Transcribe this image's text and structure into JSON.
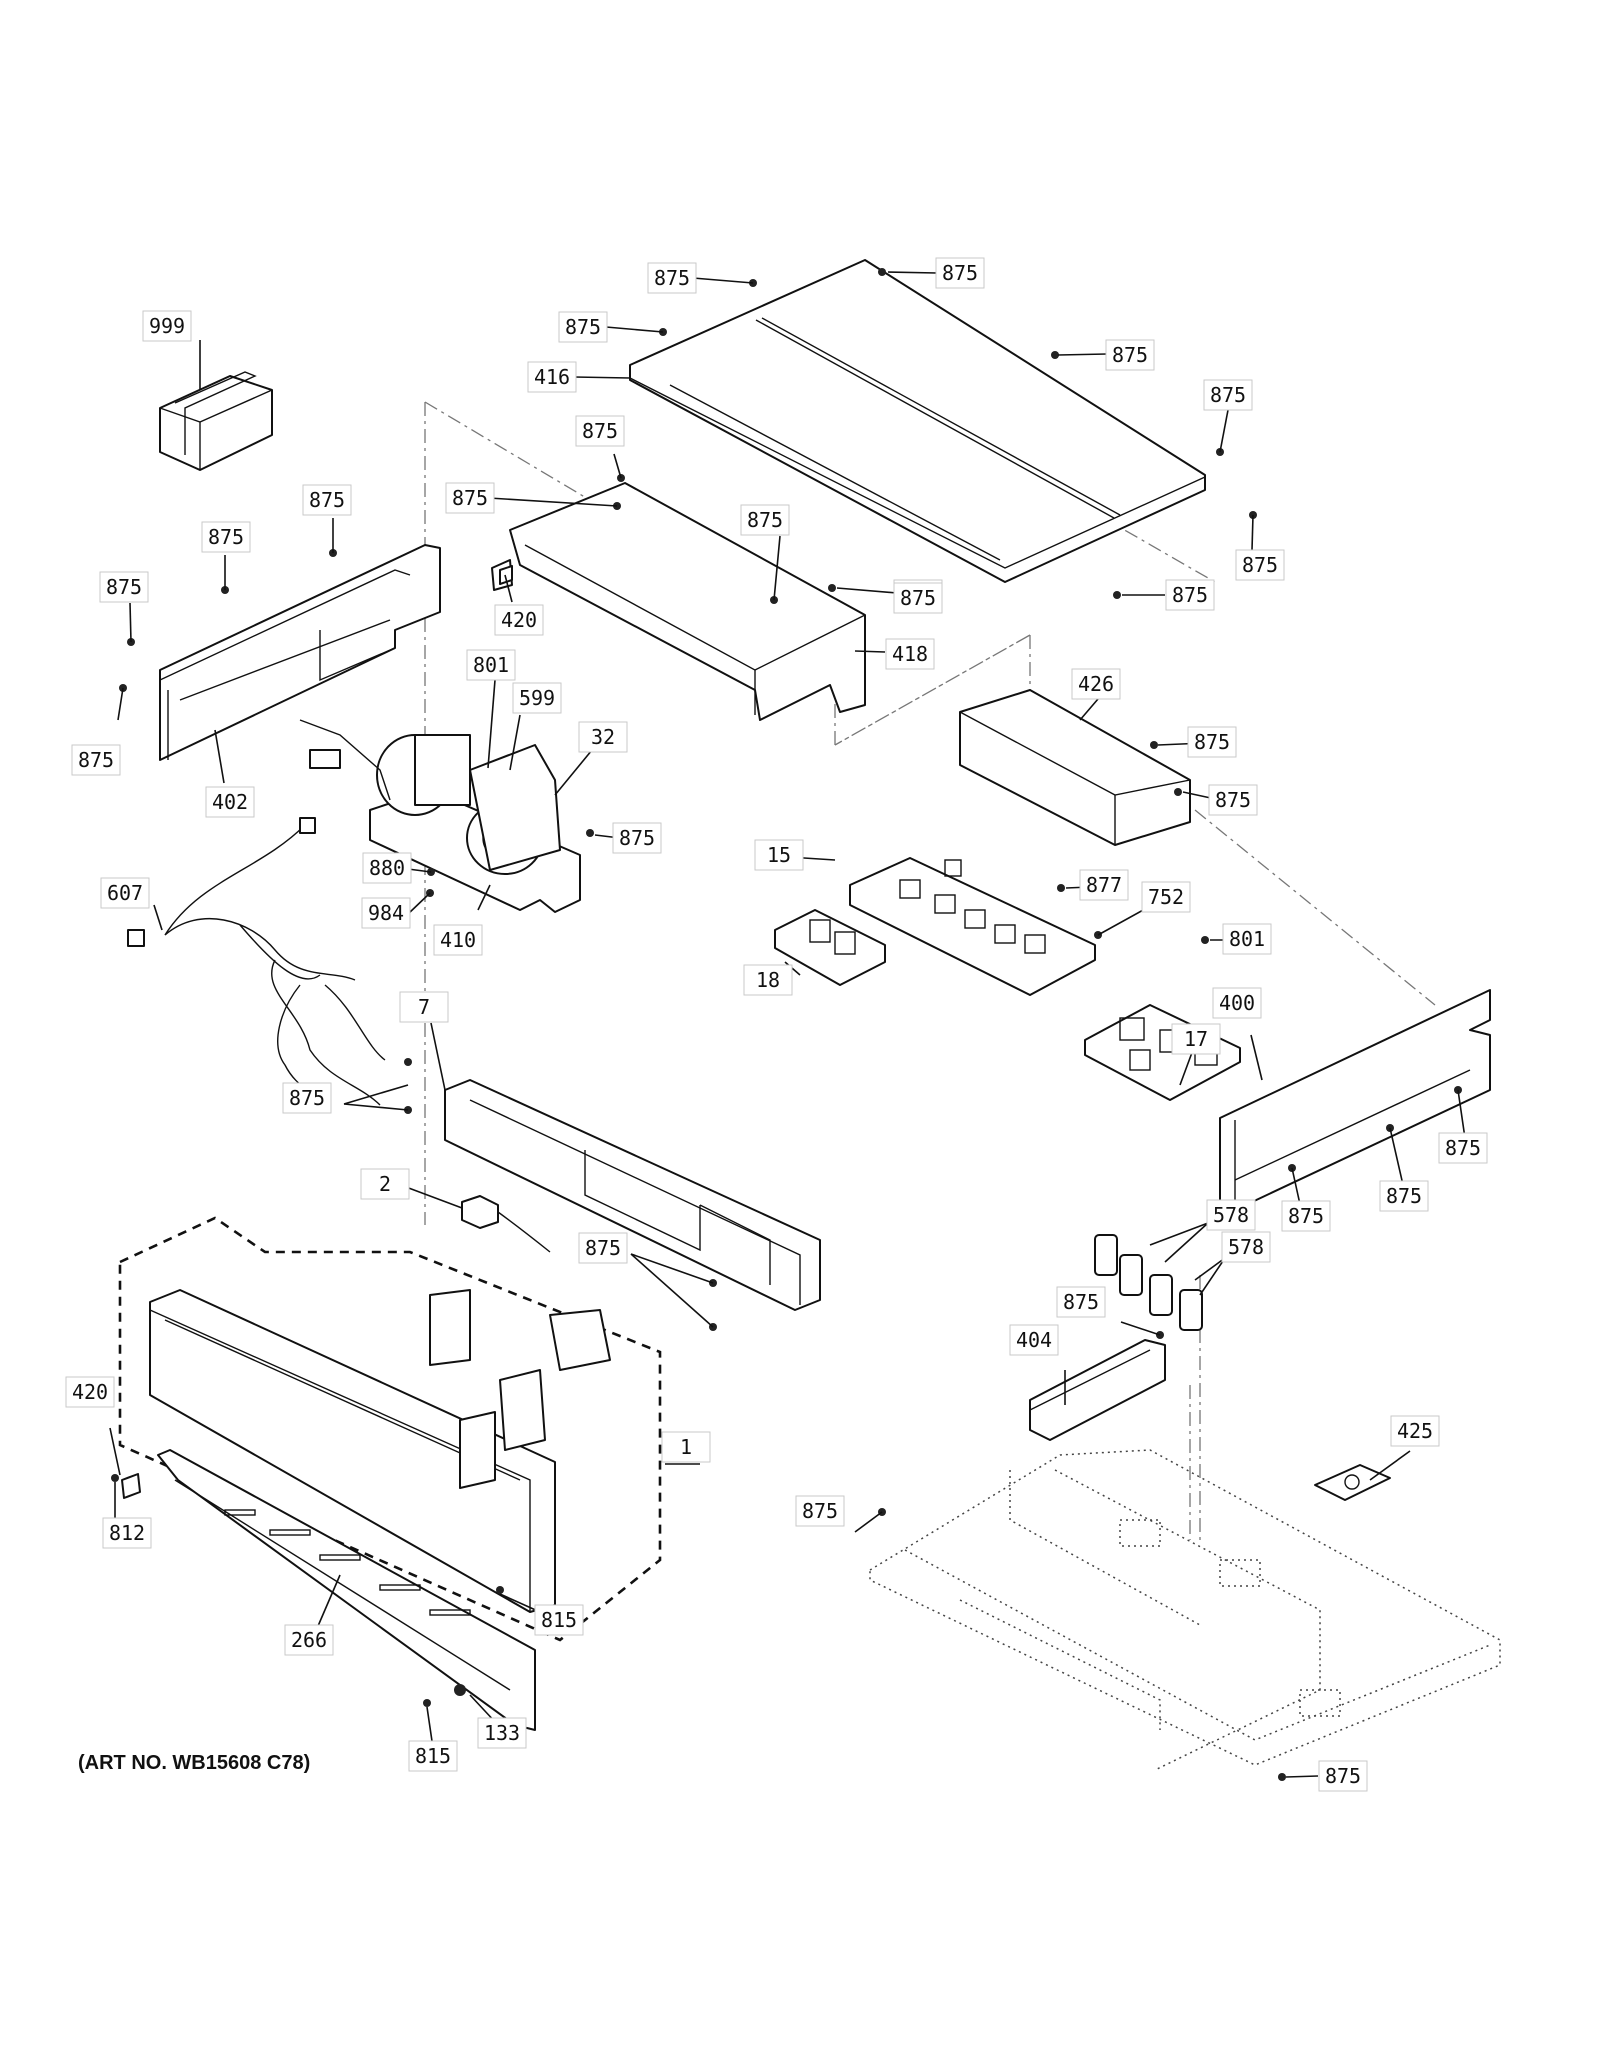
{
  "art_number": "(ART NO. WB15608 C78)",
  "callouts": [
    {
      "id": "c1",
      "text": "875"
    },
    {
      "id": "c2",
      "text": "875"
    },
    {
      "id": "c3",
      "text": "875"
    },
    {
      "id": "c4",
      "text": "416"
    },
    {
      "id": "c5",
      "text": "875"
    },
    {
      "id": "c6",
      "text": "875"
    },
    {
      "id": "c7",
      "text": "999"
    },
    {
      "id": "c8",
      "text": "875"
    },
    {
      "id": "c9",
      "text": "875"
    },
    {
      "id": "c10",
      "text": "875"
    },
    {
      "id": "c11",
      "text": "875"
    },
    {
      "id": "c12",
      "text": "875"
    },
    {
      "id": "c13",
      "text": "875"
    },
    {
      "id": "c14",
      "text": "420"
    },
    {
      "id": "c15",
      "text": "875"
    },
    {
      "id": "c16",
      "text": "875"
    },
    {
      "id": "c17",
      "text": "875"
    },
    {
      "id": "c18",
      "text": "875"
    },
    {
      "id": "c19",
      "text": "418"
    },
    {
      "id": "c20",
      "text": "801"
    },
    {
      "id": "c21",
      "text": "599"
    },
    {
      "id": "c22",
      "text": "32"
    },
    {
      "id": "c23",
      "text": "426"
    },
    {
      "id": "c24",
      "text": "875"
    },
    {
      "id": "c25",
      "text": "875"
    },
    {
      "id": "c26",
      "text": "875"
    },
    {
      "id": "c27",
      "text": "402"
    },
    {
      "id": "c28",
      "text": "875"
    },
    {
      "id": "c29",
      "text": "15"
    },
    {
      "id": "c30",
      "text": "880"
    },
    {
      "id": "c31",
      "text": "877"
    },
    {
      "id": "c32",
      "text": "607"
    },
    {
      "id": "c33",
      "text": "984"
    },
    {
      "id": "c34",
      "text": "752"
    },
    {
      "id": "c35",
      "text": "410"
    },
    {
      "id": "c36",
      "text": "801"
    },
    {
      "id": "c37",
      "text": "18"
    },
    {
      "id": "c38",
      "text": "7"
    },
    {
      "id": "c39",
      "text": "400"
    },
    {
      "id": "c40",
      "text": "17"
    },
    {
      "id": "c41",
      "text": "875"
    },
    {
      "id": "c42",
      "text": "875"
    },
    {
      "id": "c43",
      "text": "2"
    },
    {
      "id": "c44",
      "text": "875"
    },
    {
      "id": "c45",
      "text": "875"
    },
    {
      "id": "c46",
      "text": "578"
    },
    {
      "id": "c47",
      "text": "875"
    },
    {
      "id": "c48",
      "text": "578"
    },
    {
      "id": "c49",
      "text": "875"
    },
    {
      "id": "c50",
      "text": "404"
    },
    {
      "id": "c51",
      "text": "420"
    },
    {
      "id": "c52",
      "text": "1"
    },
    {
      "id": "c53",
      "text": "425"
    },
    {
      "id": "c54",
      "text": "812"
    },
    {
      "id": "c55",
      "text": "875"
    },
    {
      "id": "c56",
      "text": "815"
    },
    {
      "id": "c57",
      "text": "266"
    },
    {
      "id": "c58",
      "text": "133"
    },
    {
      "id": "c59",
      "text": "815"
    },
    {
      "id": "c60",
      "text": "875"
    }
  ]
}
